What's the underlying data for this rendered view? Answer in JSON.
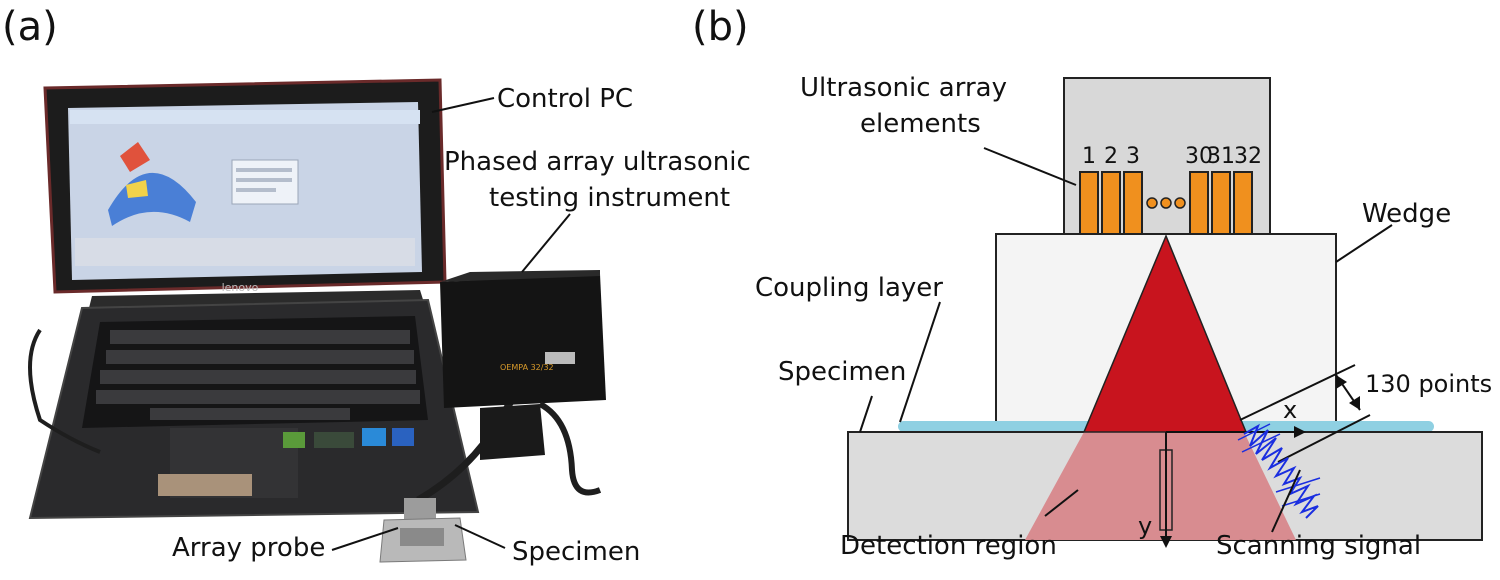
{
  "panel_a": {
    "tag": "(a)",
    "screen_brand": "lenovo",
    "instrument_badge": "OEMPA 32/32",
    "labels": {
      "control_pc": "Control PC",
      "instrument_line1": "Phased array ultrasonic",
      "instrument_line2": "testing instrument",
      "array_probe": "Array probe",
      "specimen": "Specimen"
    }
  },
  "panel_b": {
    "tag": "(b)",
    "labels": {
      "elements_line1": "Ultrasonic array",
      "elements_line2": "elements",
      "wedge": "Wedge",
      "coupling": "Coupling layer",
      "specimen": "Specimen",
      "points": "130 points",
      "x_axis": "x",
      "y_axis": "y",
      "detection": "Detection region",
      "scanning": "Scanning signal"
    },
    "element_numbers": [
      "1",
      "2",
      "3",
      "30",
      "31",
      "32"
    ]
  },
  "colors": {
    "element_orange": "#f0901e",
    "beam_red": "#c8141e",
    "detection_pink": "#d88c90",
    "coupling_blue": "#8fd0e2",
    "signal_blue": "#1a2ee0",
    "housing_gray": "#d8d8d8",
    "wedge_fill": "#f4f4f4",
    "specimen_gray": "#dcdcdc"
  }
}
